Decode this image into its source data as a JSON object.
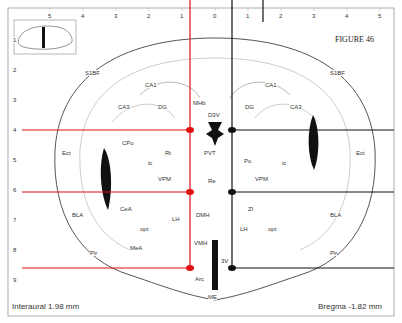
{
  "diagram": {
    "title": "FIGURE 46",
    "labels": [
      "5",
      "4",
      "3",
      "2",
      "1",
      "0",
      "1",
      "2",
      "3",
      "4",
      "5",
      "1",
      "2",
      "3",
      "4",
      "5",
      "6",
      "7",
      "8",
      "9",
      "S1BF",
      "CA1",
      "CA3",
      "DG",
      "CPu",
      "Rt",
      "ic",
      "VPM",
      "Ect",
      "BLA",
      "CeA",
      "opt",
      "LH",
      "MeA",
      "Pir",
      "MHb",
      "D3V",
      "PVT",
      "Re",
      "DMH",
      "VMH",
      "Arc",
      "ME",
      "CA1",
      "DG",
      "CA3",
      "S1BF",
      "Po",
      "VPM",
      "ic",
      "ZI",
      "LH",
      "opt",
      "BLA",
      "Pir",
      "Ect",
      "3V",
      "Interaural 1.98 mm",
      "Bregma -1.82 mm"
    ]
  }
}
